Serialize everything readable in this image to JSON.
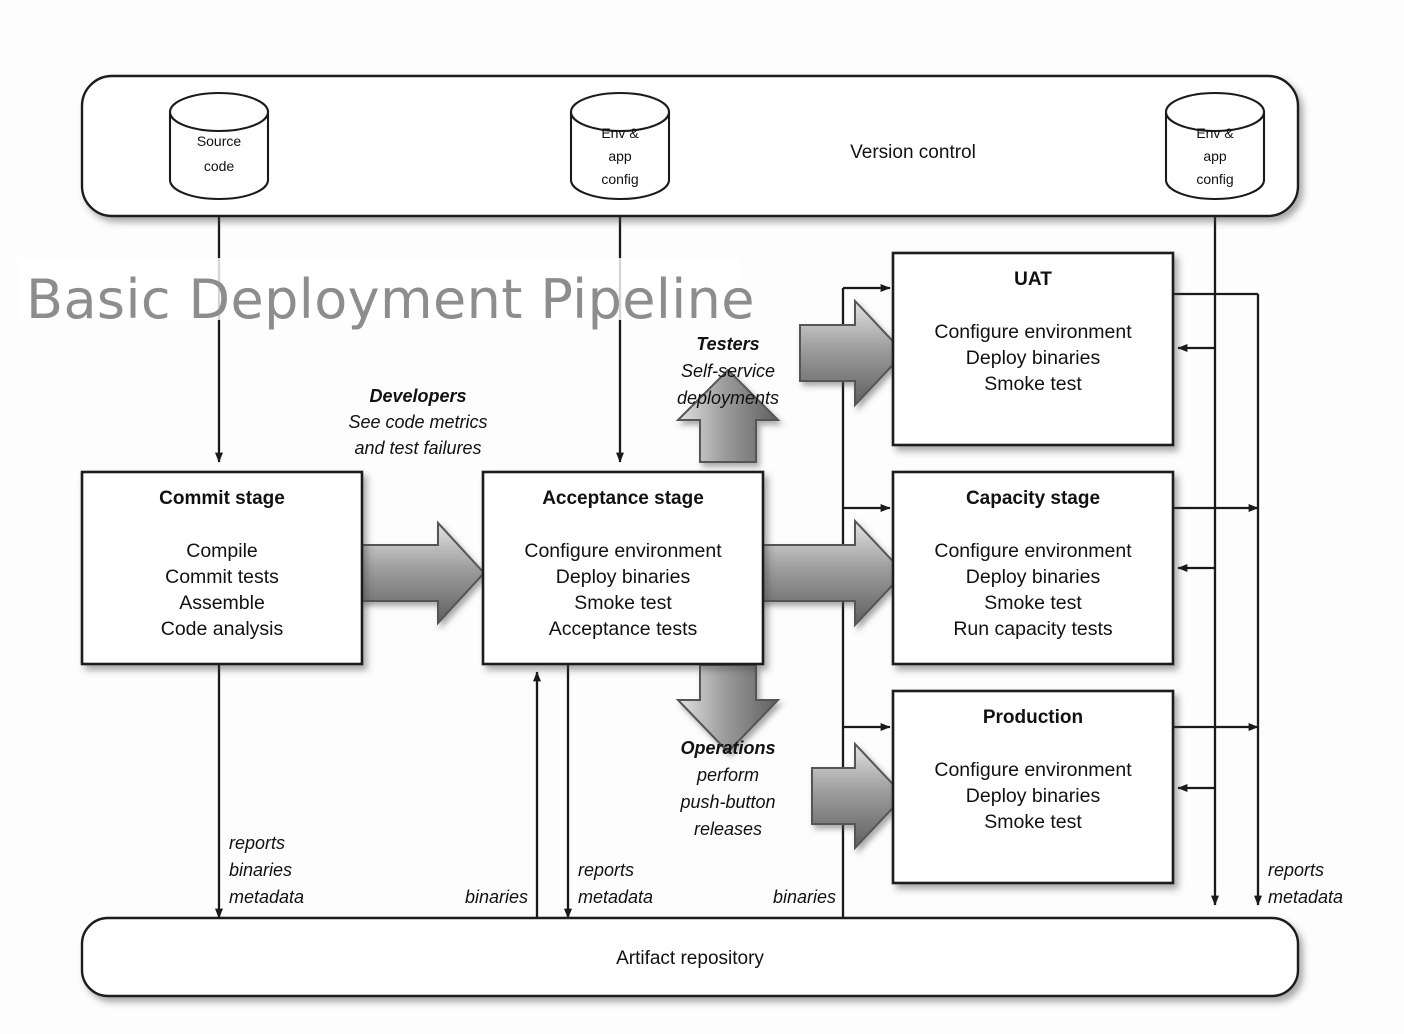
{
  "overlay_title": "Basic Deployment Pipeline",
  "version_control": {
    "label": "Version control",
    "cylinders": [
      {
        "name": "source-code",
        "lines": [
          "Source",
          "code"
        ]
      },
      {
        "name": "env-app-config-left",
        "lines": [
          "Env &",
          "app",
          "config"
        ]
      },
      {
        "name": "env-app-config-right",
        "lines": [
          "Env &",
          "app",
          "config"
        ]
      }
    ]
  },
  "artifact_repository": {
    "label": "Artifact repository"
  },
  "stages": [
    {
      "id": "commit",
      "title": "Commit stage",
      "lines": [
        "Compile",
        "Commit tests",
        "Assemble",
        "Code analysis"
      ]
    },
    {
      "id": "acceptance",
      "title": "Acceptance stage",
      "lines": [
        "Configure environment",
        "Deploy binaries",
        "Smoke test",
        "Acceptance tests"
      ]
    },
    {
      "id": "uat",
      "title": "UAT",
      "lines": [
        "Configure environment",
        "Deploy binaries",
        "Smoke test"
      ]
    },
    {
      "id": "capacity",
      "title": "Capacity stage",
      "lines": [
        "Configure environment",
        "Deploy binaries",
        "Smoke test",
        "Run capacity tests"
      ]
    },
    {
      "id": "production",
      "title": "Production",
      "lines": [
        "Configure environment",
        "Deploy binaries",
        "Smoke test"
      ]
    }
  ],
  "annotations": [
    {
      "id": "developers",
      "head": "Developers",
      "lines": [
        "See code metrics",
        "and test failures"
      ]
    },
    {
      "id": "testers",
      "head": "Testers",
      "lines": [
        "Self-service",
        "deployments"
      ]
    },
    {
      "id": "operations",
      "head": "Operations",
      "lines": [
        "perform",
        "push-button",
        "releases"
      ]
    }
  ],
  "flow_labels": {
    "commit_out": [
      "reports",
      "binaries",
      "metadata"
    ],
    "acceptance_in": [
      "binaries"
    ],
    "acceptance_out": [
      "reports",
      "metadata"
    ],
    "environments_in": [
      "binaries"
    ],
    "environments_out": [
      "reports",
      "metadata"
    ]
  },
  "colors": {
    "stroke": "#1a1a1a",
    "title_gray": "#8d8d8d",
    "arrow_light": "#d8d8d8",
    "arrow_dark": "#6a6a6a",
    "arrow_stroke": "#555555",
    "box_fill": "#ffffff"
  }
}
